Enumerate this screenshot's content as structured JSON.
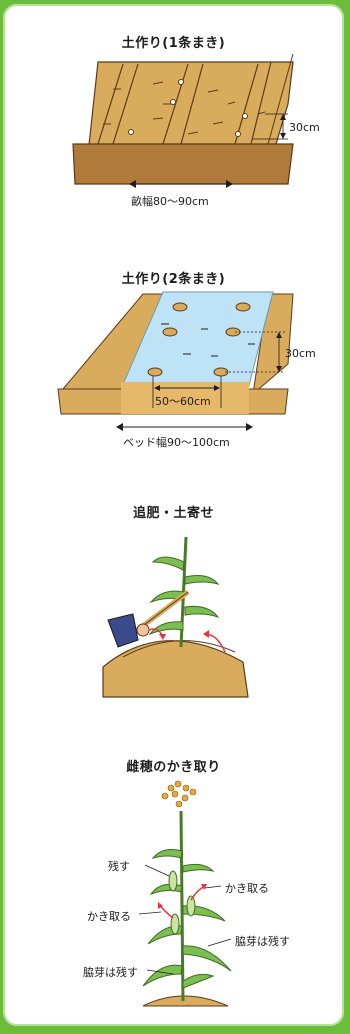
{
  "sections": [
    {
      "title": "土作り(1条まき)",
      "row_spacing": "30cm",
      "bed_width": "畝幅80～90cm"
    },
    {
      "title": "土作り(2条まき)",
      "row_spacing": "30cm",
      "inner_width": "50～60cm",
      "bed_width": "ベッド幅90～100cm"
    },
    {
      "title": "追肥・土寄せ"
    },
    {
      "title": "雌穂のかき取り",
      "labels": {
        "leave": "残す",
        "remove_right": "かき取る",
        "remove_left": "かき取る",
        "axillary_right": "脇芽は残す",
        "axillary_left": "脇芽は残す"
      }
    }
  ],
  "colors": {
    "soil": "#d9ab5c",
    "soil_dark": "#b07a3a",
    "mulch": "#bfe3f6",
    "arrow_red": "#e8383d",
    "leaf": "#7dbe52",
    "tassel": "#e8a83a"
  }
}
